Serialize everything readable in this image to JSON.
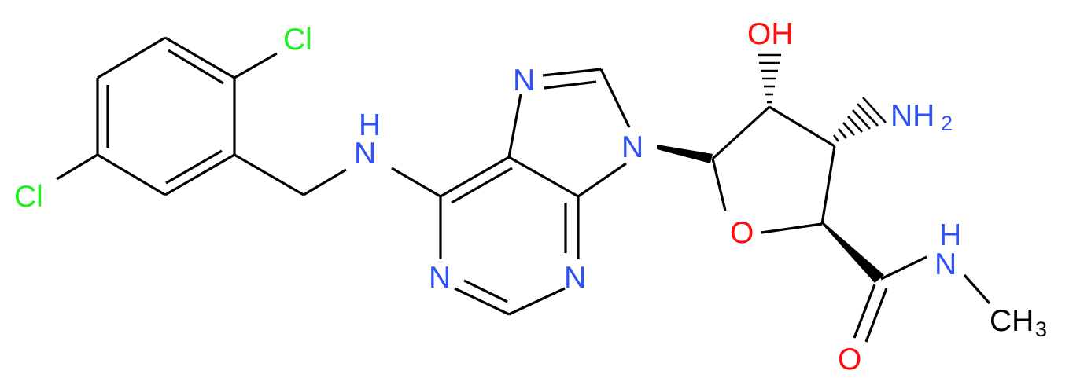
{
  "colors": {
    "bond": "#000000",
    "nitrogen": "#3050F8",
    "oxygen": "#FF0D0D",
    "chlorine": "#1FF01F"
  },
  "atoms": {
    "cl_top": "Cl",
    "cl_left": "Cl",
    "nh_amine": "N",
    "nh_amine_h": "H",
    "n7": "N",
    "n9": "N",
    "n1": "N",
    "n3": "N",
    "oh": "OH",
    "nh2_n": "NH",
    "nh2_sub": "2",
    "ring_o": "O",
    "amide_n": "N",
    "amide_h": "H",
    "carbonyl_o": "O",
    "methyl_ch": "CH",
    "methyl_sub": "3"
  }
}
